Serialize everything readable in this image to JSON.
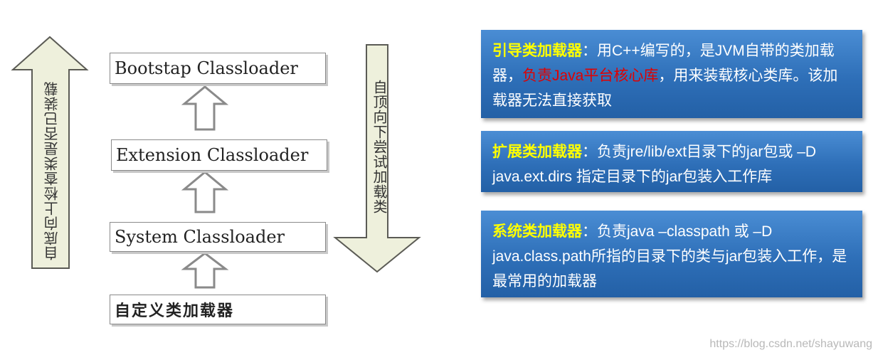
{
  "loaders": {
    "bootstrap": "Bootstap Classloader",
    "extension": "Extension Classloader",
    "system": "System Classloader",
    "custom": "自定义类加载器"
  },
  "side_labels": {
    "up": "自底向上检查类是否已装载",
    "down": "自顶向下尝试加载类"
  },
  "panels": {
    "bootstrap": {
      "title": "引导类加载器",
      "sep": "：",
      "text1": "用C++编写的，是JVM自带的类加载器，",
      "highlight": "负责Java平台核心库",
      "text2": "，用来装载核心类库。该加载器无法直接获取"
    },
    "extension": {
      "title": "扩展类加载器",
      "sep": "：",
      "text": "负责jre/lib/ext目录下的jar包或 –D java.ext.dirs 指定目录下的jar包装入工作库"
    },
    "system": {
      "title": "系统类加载器",
      "sep": "：",
      "text": "负责java –classpath 或 –D java.class.path所指的目录下的类与jar包装入工作，是最常用的加载器"
    }
  },
  "watermark": "https://blog.csdn.net/shayuwang"
}
